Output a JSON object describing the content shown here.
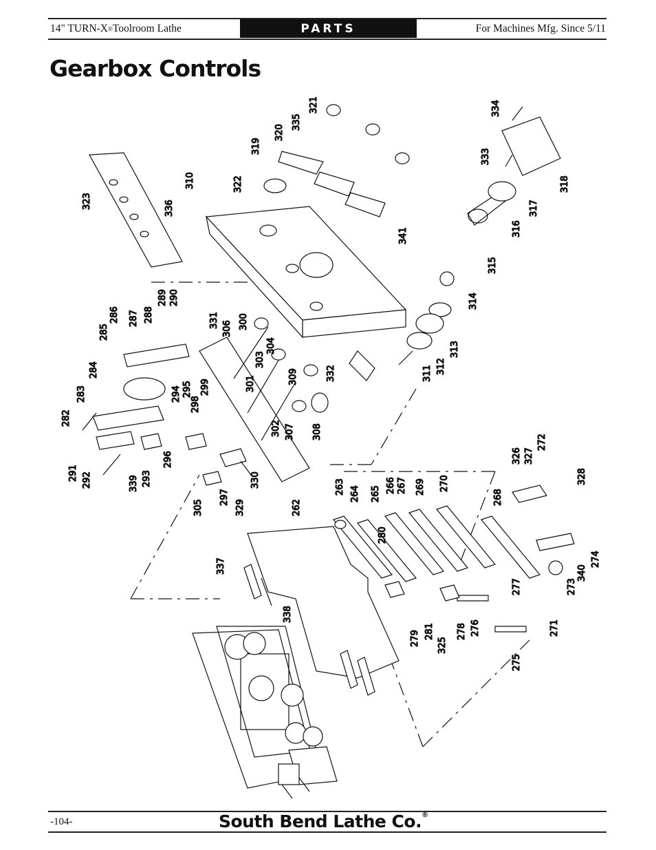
{
  "header": {
    "left_prefix": "14\" TURN-X",
    "left_reg": "®",
    "left_suffix": " Toolroom Lathe",
    "center": "PARTS",
    "right": "For Machines Mfg. Since 5/11"
  },
  "title": "Gearbox Controls",
  "part_numbers": [
    "262",
    "263",
    "264",
    "265",
    "266",
    "267",
    "268",
    "269",
    "270",
    "271",
    "272",
    "273",
    "274",
    "275",
    "276",
    "277",
    "278",
    "279",
    "280",
    "281",
    "282",
    "283",
    "284",
    "285",
    "286",
    "287",
    "288",
    "289",
    "290",
    "291",
    "292",
    "293",
    "294",
    "295",
    "296",
    "297",
    "298",
    "299",
    "300",
    "301",
    "302",
    "303",
    "304",
    "305",
    "306",
    "307",
    "308",
    "309",
    "310",
    "311",
    "312",
    "313",
    "314",
    "315",
    "316",
    "317",
    "318",
    "319",
    "320",
    "321",
    "322",
    "323",
    "325",
    "326",
    "327",
    "328",
    "329",
    "330",
    "331",
    "332",
    "333",
    "334",
    "335",
    "336",
    "337",
    "338",
    "339",
    "340",
    "341"
  ],
  "footer": {
    "page_number": "-104-",
    "brand": "South Bend Lathe Co.",
    "brand_reg": "®"
  }
}
